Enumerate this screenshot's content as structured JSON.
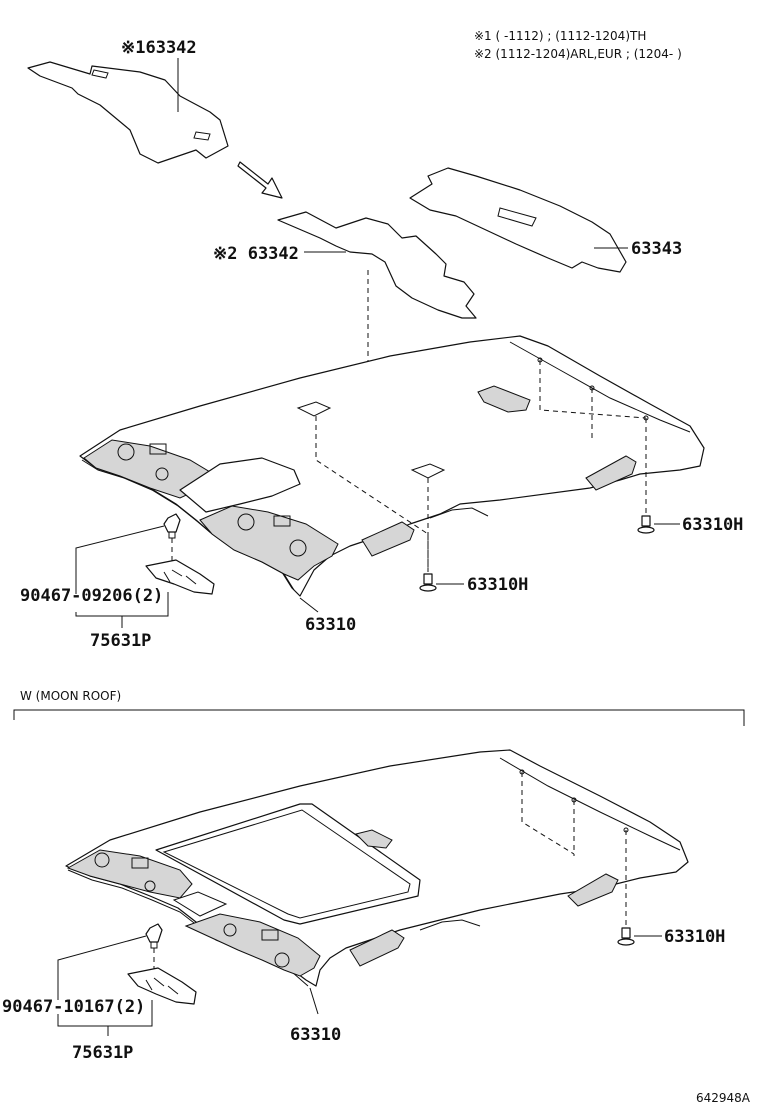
{
  "notes": {
    "note1": "※1 (       -1112) ; (1112-1204)TH",
    "note2": "※2 (1112-1204)ARL,EUR ; (1204-       )"
  },
  "top_section": {
    "labels": {
      "insulator_1": "※163342",
      "insulator_2": "※2 63342",
      "insulator_rear": "63343",
      "headliner": "63310",
      "clip_right": "63310H",
      "clip_center": "63310H",
      "screw": "90467-09206(2)",
      "lamp_assy": "75631P"
    }
  },
  "moon_roof_section": {
    "title": "W (MOON ROOF)",
    "labels": {
      "headliner": "63310",
      "clip_right": "63310H",
      "screw": "90467-10167(2)",
      "lamp_assy": "75631P"
    }
  },
  "figure_code": "642948A"
}
